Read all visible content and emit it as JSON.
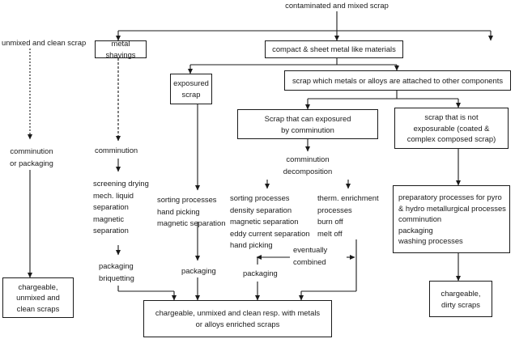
{
  "top_label": "contaminated and mixed scrap",
  "unmixed_label": "unmixed and clean scrap",
  "boxes": {
    "metal_shavings": "metal shavings",
    "compact": "compact & sheet metal like materials",
    "exposured": "exposured\nscrap",
    "attached": "scrap which metals or alloys are attached to other components",
    "exposable": "Scrap that can exposured\nby comminution",
    "not_exposable": "scrap that is not\nexposurable (coated &\ncomplex composed scrap)",
    "preparatory": "preparatory processes for pyro\n& hydro metallurgical processes\ncomminution\npackaging\nwashing processes",
    "chargeable_unmixed": "chargeable,\nunmixed and\nclean scraps",
    "chargeable_enriched": "chargeable, unmixed and clean resp. with metals\nor alloys enriched scraps",
    "chargeable_dirty": "chargeable,\ndirty scraps"
  },
  "texts": {
    "comminution_packaging": "comminution\nor packaging",
    "shavings_comminution": "comminution",
    "screening": "screening drying\nmech. liquid\nseparation\nmagnetic\nseparation",
    "packaging_briquetting": "packaging\nbriquetting",
    "sorting_hand": "sorting processes\nhand picking\nmagnetic separation",
    "packaging_mid": "packaging",
    "comminution_decomposition": "comminution\ndecomposition",
    "sorting_density": "sorting processes\ndensity separation\nmagnetic separation\neddy current separation\nhand picking",
    "therm": "therm. enrichment\nprocesses\nburn off\nmelt off",
    "eventually": "eventually\ncombined",
    "packaging_right": "packaging"
  }
}
